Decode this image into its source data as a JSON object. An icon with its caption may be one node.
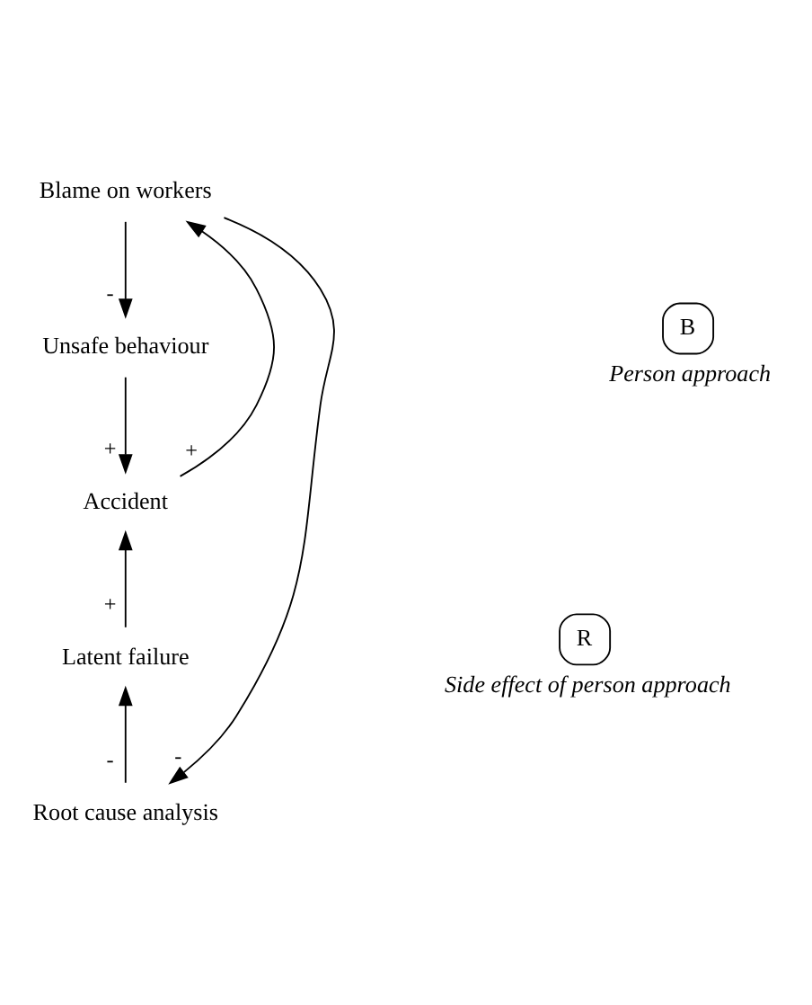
{
  "diagram": {
    "nodes": [
      {
        "text": [
          "Blame on workers"
        ]
      },
      {
        "text": [
          "Unsafe behaviour"
        ]
      },
      {
        "text": [
          "B"
        ],
        "beside": [
          "Person approach"
        ]
      },
      {
        "text": [
          "Accident"
        ]
      },
      {
        "text": [
          "R"
        ],
        "beside": [
          "Side effect of person approach"
        ]
      },
      {
        "text": [
          "Latent failure"
        ]
      },
      {
        "text": [
          "Root cause analysis"
        ]
      }
    ],
    "edges": [
      {
        "from": 0,
        "to": 1,
        "arrow": "to",
        "label": "-"
      },
      {
        "from": 1,
        "to": 3,
        "arrow": "to",
        "label": "+"
      },
      {
        "from": 3,
        "to": 0,
        "arrow": "to",
        "label": "+"
      },
      {
        "from": 0,
        "to": 6,
        "arrow": "to",
        "label": "-"
      },
      {
        "from": 6,
        "to": 5,
        "arrow": "to",
        "label": "-"
      },
      {
        "from": 5,
        "to": 3,
        "arrow": "to",
        "label": "+"
      }
    ]
  }
}
